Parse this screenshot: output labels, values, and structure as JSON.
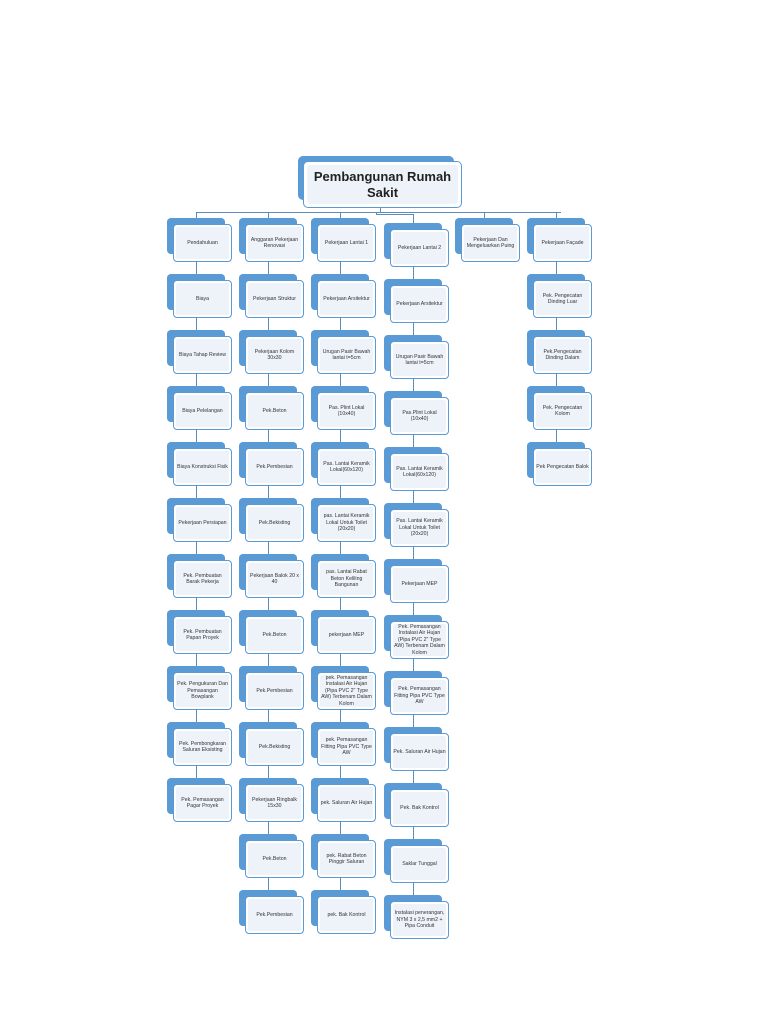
{
  "root": {
    "label": "Pembangunan Rumah Sakit"
  },
  "colors": {
    "box_fill": "#5b9bd5",
    "box_border": "#5b9bd5",
    "inner_fill": "#eef3fa",
    "line": "#5b8cc0"
  },
  "columns": [
    {
      "header": "Pendahuluan",
      "items": [
        "Biaya",
        "Biaya Tahap Review",
        "Biaya Pelelangan",
        "Biaya Konstruksi Fisik",
        "Pekerjaan Persiapan",
        "Pek. Pembuatan Barak Pekerja",
        "Pek. Pembuatan Papan Proyek",
        "Pek. Pengukuran Dan Pemasangan Bowplank",
        "Pek. Pembongkaran Saluran Eksisting",
        "Pek. Pemasangan Pagar Proyek"
      ]
    },
    {
      "header": "Anggaran Pekerjaan Renovasi",
      "items": [
        "Pekerjaan Struktur",
        "Pekerjaan Kolom 30x30",
        "Pek.Beton",
        "Pek.Pembesian",
        "Pek.Bekisting",
        "Pekerjaan Balok 20 x 40",
        "Pek.Beton",
        "Pek.Pembesian",
        "Pek.Bekisting",
        "Pekerjaan Ringbalk 15x30",
        "Pek.Beton",
        "Pek.Pembesian"
      ]
    },
    {
      "header": "Pekerjaan Lantai 1",
      "items": [
        "Pekerjaan Arsitektur",
        "Urugan Pasir Bawah lantai t=5cm",
        "Pas. Plint Lokal (10x40)",
        "Pas. Lantai Keramik Lokal(60x120)",
        "pas. Lantai Keramik Lokal Untuk Toilet (20x20)",
        "pas. Lantai Rabat Beton Keliling Bangunan",
        "pekerjaan MEP",
        "pek. Pemasangan Instalasi Air Hujan (Pipa PVC 2\" Type AW) Terbenam Dalam Kolom",
        "pek. Pemasangan Fitting Pipa PVC Type AW",
        "pek. Saluran Air Hujan",
        "pek. Rabat Beton Pinggir Saluran",
        "pek. Bak Kontrol"
      ]
    },
    {
      "header": "Pekerjaan Lantai 2",
      "items": [
        "Pekerjaan Arsitektur",
        "Urugan Pasir Bawah lantai t=5cm",
        "Pas.Plint Lokal (10x40)",
        "Pas. Lantai Keramik Lokal(60x120)",
        "Pas. Lantai Keramik Lokal Untuk Toilet (20x20)",
        "Pekerjaan MEP",
        "Pek. Pemasangan Instalasi Air Hujan (Pipa PVC 2\" Type AW) Terbenam Dalam Kolom",
        "Pek. Pemasangan Fitting Pipa PVC Type AW",
        "Pek. Saluran Air Hujan",
        "Pek. Bak Kontrol",
        "Saklar Tunggal",
        "Instalasi penerangan, NYM 3 x 2,5 mm2 + Pipa Conduit"
      ]
    },
    {
      "header": "Pekerjaan Dan Mengeluarkan Puing",
      "items": []
    },
    {
      "header": "Pekerjaan Façade",
      "items": [
        "Pek. Pengecatan Dinding Luar",
        "Pek.Pengecatan Dinding Dalam",
        "Pek. Pengecatan Kolom",
        "Pek Pengecatan Balok"
      ]
    }
  ]
}
